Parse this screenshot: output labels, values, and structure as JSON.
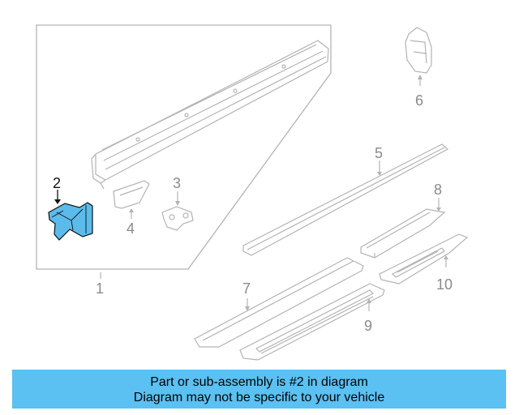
{
  "diagram": {
    "callouts": [
      {
        "id": "1",
        "label": "1"
      },
      {
        "id": "2",
        "label": "2"
      },
      {
        "id": "3",
        "label": "3"
      },
      {
        "id": "4",
        "label": "4"
      },
      {
        "id": "5",
        "label": "5"
      },
      {
        "id": "6",
        "label": "6"
      },
      {
        "id": "7",
        "label": "7"
      },
      {
        "id": "8",
        "label": "8"
      },
      {
        "id": "9",
        "label": "9"
      },
      {
        "id": "10",
        "label": "10"
      }
    ],
    "highlighted_part": "2",
    "colors": {
      "line": "#b3b3b3",
      "highlight_fill": "#5bbcec",
      "highlight_stroke": "#111111",
      "banner": "#5bc0f2"
    }
  },
  "banner": {
    "line1": "Part or sub-assembly is #2 in diagram",
    "line2": "Diagram may not be specific to your vehicle"
  }
}
